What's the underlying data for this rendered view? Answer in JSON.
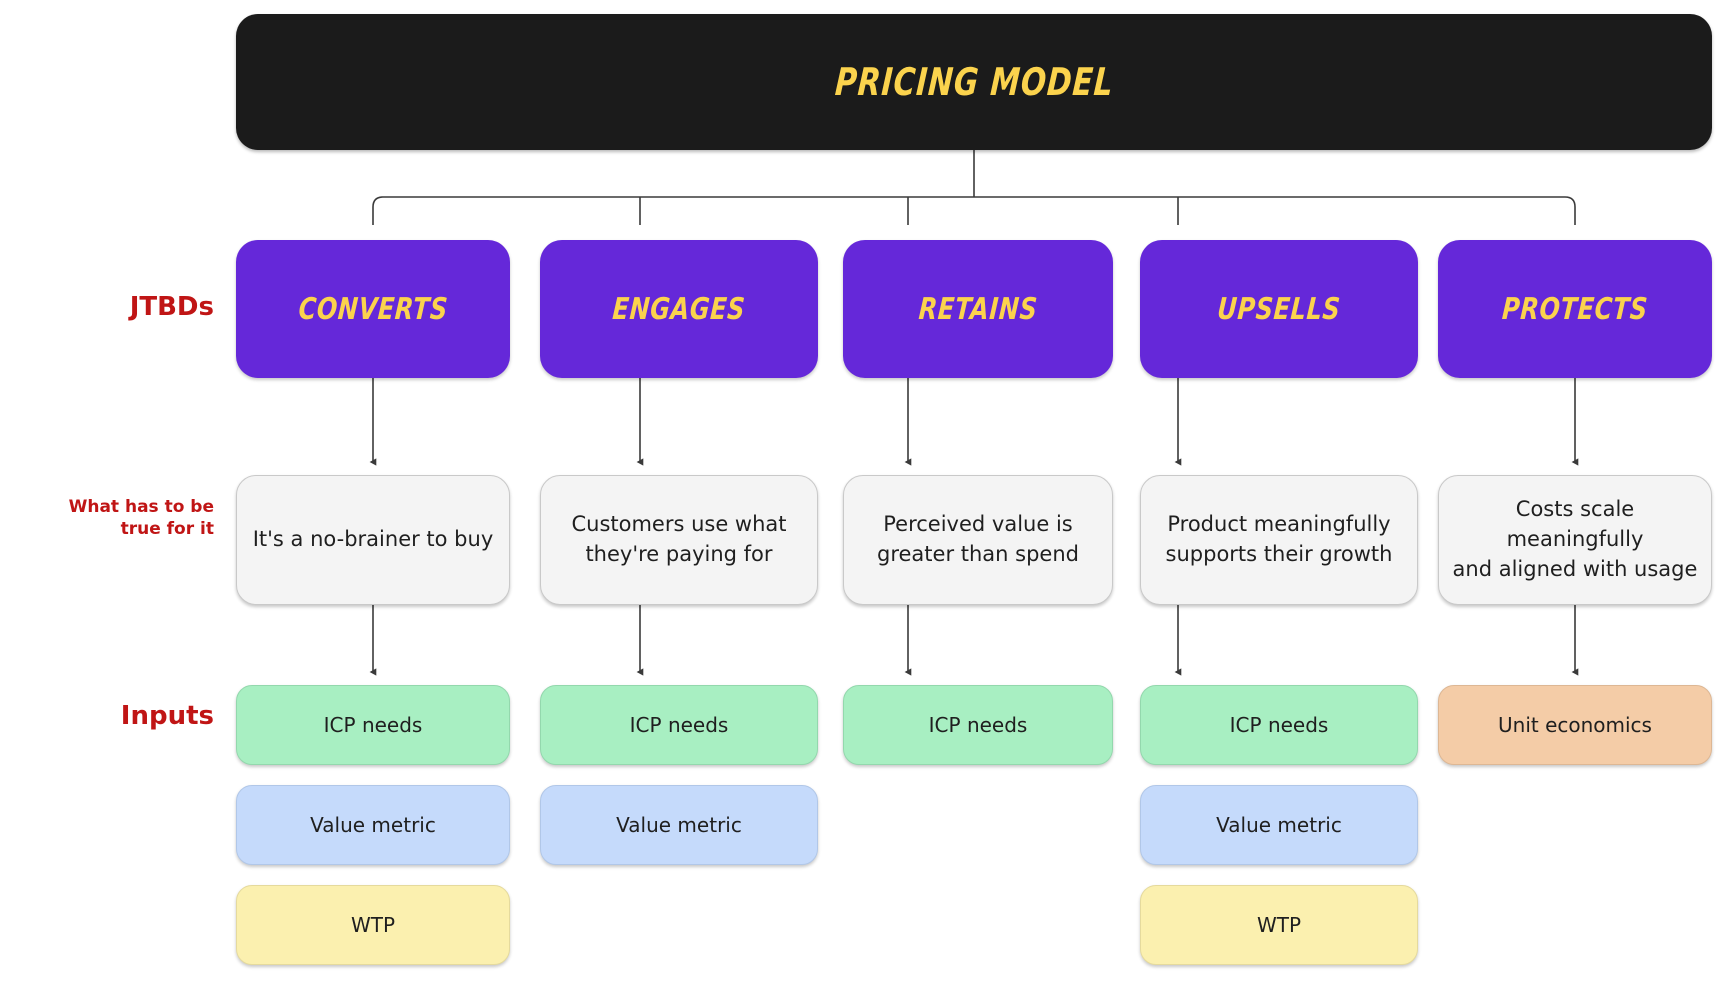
{
  "diagram": {
    "title": "PRICING MODEL",
    "row_labels": {
      "jtbds": "JTBDs",
      "what_has_to_be_true_line1": "What has to be",
      "what_has_to_be_true_line2": "true for it",
      "inputs": "Inputs"
    },
    "colors": {
      "title_bg": "#1b1b1b",
      "title_text": "#FBD34D",
      "jtbd_bg": "#6528D9",
      "jtbd_text": "#FBD34D",
      "label_red": "#C01515",
      "truth_bg": "#F4F4F4",
      "input_green": "#A8EFC2",
      "input_blue": "#C5DAFB",
      "input_yellow": "#FBF0AF",
      "input_orange": "#F4CCA7",
      "connector": "#3a3a3a",
      "page_bg": "#FFFFFF"
    },
    "columns": [
      {
        "jtbd": "CONVERTS",
        "truth": "It's a no-brainer to buy",
        "truth_lines": [
          "It's a no-brainer to buy"
        ],
        "inputs": [
          {
            "label": "ICP needs",
            "color": "green"
          },
          {
            "label": "Value metric",
            "color": "blue"
          },
          {
            "label": "WTP",
            "color": "yellow"
          }
        ]
      },
      {
        "jtbd": "ENGAGES",
        "truth": "Customers use what they're paying for",
        "truth_lines": [
          "Customers use what",
          "they're paying for"
        ],
        "inputs": [
          {
            "label": "ICP needs",
            "color": "green"
          },
          {
            "label": "Value metric",
            "color": "blue"
          }
        ]
      },
      {
        "jtbd": "RETAINS",
        "truth": "Perceived value is greater than spend",
        "truth_lines": [
          "Perceived value is",
          "greater than spend"
        ],
        "inputs": [
          {
            "label": "ICP needs",
            "color": "green"
          }
        ]
      },
      {
        "jtbd": "UPSELLS",
        "truth": "Product meaningfully supports their growth",
        "truth_lines": [
          "Product meaningfully",
          "supports their growth"
        ],
        "inputs": [
          {
            "label": "ICP needs",
            "color": "green"
          },
          {
            "label": "Value metric",
            "color": "blue"
          },
          {
            "label": "WTP",
            "color": "yellow"
          }
        ]
      },
      {
        "jtbd": "PROTECTS",
        "truth": "Costs scale meaningfully and aligned with usage",
        "truth_lines": [
          "Costs scale meaningfully",
          "and aligned with usage"
        ],
        "inputs": [
          {
            "label": "Unit economics",
            "color": "orange"
          }
        ]
      }
    ]
  }
}
